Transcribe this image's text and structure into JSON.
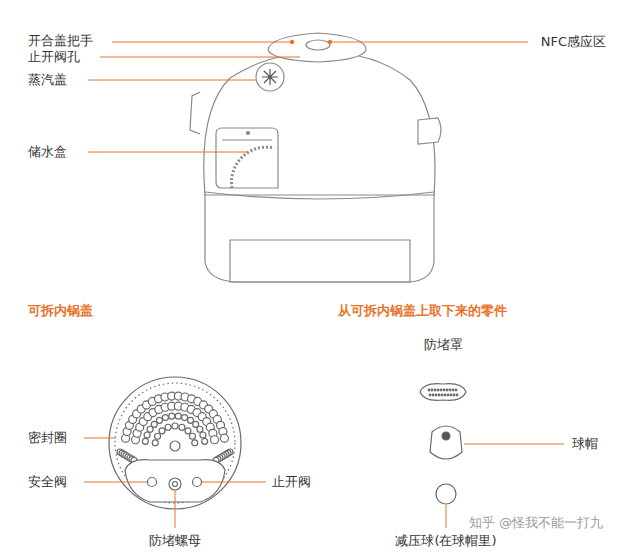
{
  "diagram": {
    "labels": [
      "开合盖把手",
      "止开阀孔",
      "蒸汽盖",
      "储水盒",
      "NFC感应区",
      "可拆内锅盖",
      "从可拆内锅盖上取下来的零件",
      "防堵罩",
      "球帽",
      "密封圈",
      "安全阀",
      "止开阀",
      "防堵螺母",
      "减压球(在球帽里)",
      "知乎 @怪我不能一打九"
    ]
  }
}
